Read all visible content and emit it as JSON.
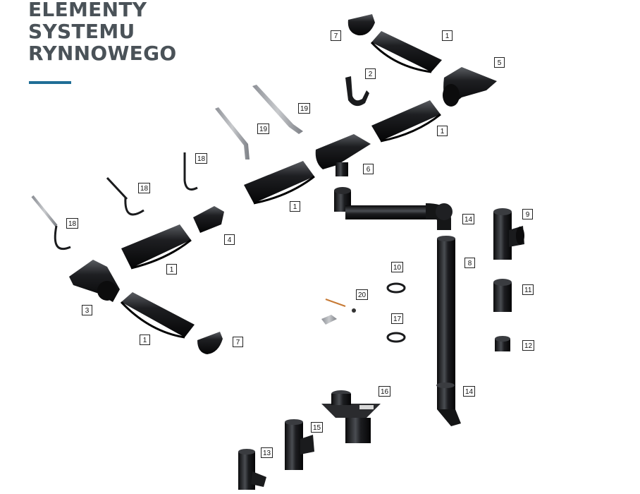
{
  "title": {
    "line1": "ELEMENTY",
    "line2": "SYSTEMU",
    "line3": "RYNNOWEGO"
  },
  "colors": {
    "title": "#4a5258",
    "accent": "#1f6e96",
    "part": "#1b1b1d"
  },
  "labels": [
    {
      "id": "1",
      "text": "1"
    },
    {
      "id": "7",
      "text": "7"
    },
    {
      "id": "2",
      "text": "2"
    },
    {
      "id": "5",
      "text": "5"
    },
    {
      "id": "19",
      "text": "19"
    },
    {
      "id": "1",
      "text": "1"
    },
    {
      "id": "19",
      "text": "19"
    },
    {
      "id": "6",
      "text": "6"
    },
    {
      "id": "18",
      "text": "18"
    },
    {
      "id": "18",
      "text": "18"
    },
    {
      "id": "1",
      "text": "1"
    },
    {
      "id": "14",
      "text": "14"
    },
    {
      "id": "9",
      "text": "9"
    },
    {
      "id": "18",
      "text": "18"
    },
    {
      "id": "4",
      "text": "4"
    },
    {
      "id": "8",
      "text": "8"
    },
    {
      "id": "10",
      "text": "10"
    },
    {
      "id": "1",
      "text": "1"
    },
    {
      "id": "11",
      "text": "11"
    },
    {
      "id": "3",
      "text": "3"
    },
    {
      "id": "20",
      "text": "20"
    },
    {
      "id": "17",
      "text": "17"
    },
    {
      "id": "1",
      "text": "1"
    },
    {
      "id": "7",
      "text": "7"
    },
    {
      "id": "12",
      "text": "12"
    },
    {
      "id": "16",
      "text": "16"
    },
    {
      "id": "14",
      "text": "14"
    },
    {
      "id": "15",
      "text": "15"
    },
    {
      "id": "13",
      "text": "13"
    }
  ]
}
